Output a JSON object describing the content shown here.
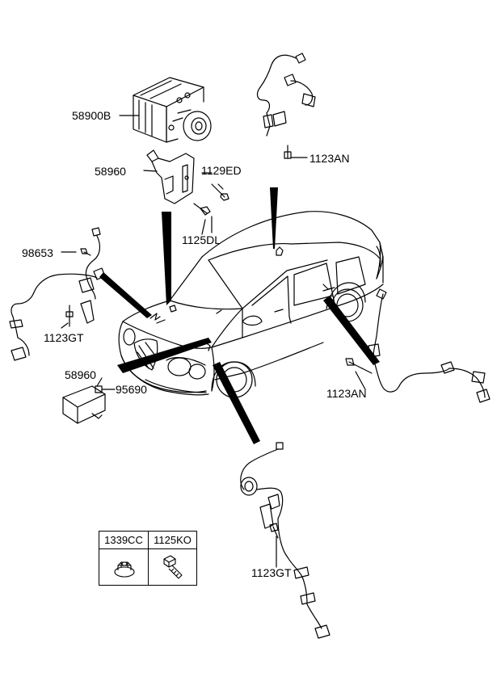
{
  "callouts": {
    "abs_unit": "58900B",
    "bracket_top": "58960",
    "bolt_top_right": "1129ED",
    "bolt_top_lower": "1125DL",
    "rear_sensor_bolt_top": "1123AN",
    "sensor_clip_left": "98653",
    "front_left_bolt": "1123GT",
    "control_module": "58960",
    "module_nut": "95690",
    "rear_right_bolt": "1123AN",
    "front_right_bolt": "1123GT"
  },
  "fastener_table": {
    "headers": [
      "1339CC",
      "1125KO"
    ],
    "icons": [
      "flange-nut-icon",
      "bolt-icon"
    ]
  },
  "colors": {
    "line": "#000000",
    "background": "#ffffff"
  }
}
